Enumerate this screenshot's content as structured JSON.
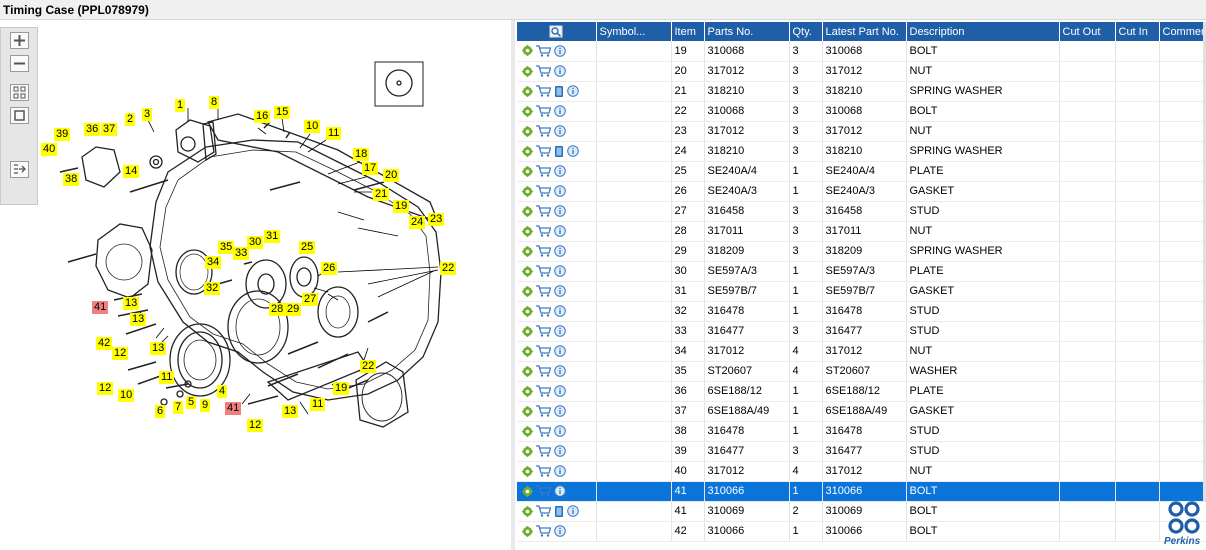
{
  "window": {
    "title": "Timing Case (PPL078979)"
  },
  "toolbar": {
    "icons": [
      "zoom-in-icon",
      "zoom-out-icon",
      "fit-all-icon",
      "fit-page-icon",
      "export-icon"
    ]
  },
  "diagram": {
    "labels": [
      "1",
      "2",
      "3",
      "8",
      "16",
      "15",
      "10",
      "11",
      "39",
      "36",
      "37",
      "40",
      "38",
      "14",
      "18",
      "17",
      "20",
      "21",
      "19",
      "24",
      "23",
      "35",
      "30",
      "31",
      "34",
      "33",
      "25",
      "26",
      "22",
      "32",
      "28",
      "29",
      "27",
      "41",
      "13",
      "42",
      "12",
      "13",
      "13",
      "12",
      "10",
      "11",
      "6",
      "7",
      "5",
      "9",
      "4",
      "41",
      "12",
      "13",
      "11",
      "22",
      "19"
    ]
  },
  "table": {
    "columns": [
      "Symbol...",
      "Item",
      "Parts No.",
      "Qty.",
      "Latest Part No.",
      "Description",
      "Cut Out",
      "Cut In",
      "Comment"
    ],
    "rows": [
      {
        "item": "19",
        "part": "310068",
        "qty": "3",
        "latest": "310068",
        "desc": "BOLT",
        "book": false
      },
      {
        "item": "20",
        "part": "317012",
        "qty": "3",
        "latest": "317012",
        "desc": "NUT",
        "book": false
      },
      {
        "item": "21",
        "part": "318210",
        "qty": "3",
        "latest": "318210",
        "desc": "SPRING WASHER",
        "book": true
      },
      {
        "item": "22",
        "part": "310068",
        "qty": "3",
        "latest": "310068",
        "desc": "BOLT",
        "book": false
      },
      {
        "item": "23",
        "part": "317012",
        "qty": "3",
        "latest": "317012",
        "desc": "NUT",
        "book": false
      },
      {
        "item": "24",
        "part": "318210",
        "qty": "3",
        "latest": "318210",
        "desc": "SPRING WASHER",
        "book": true
      },
      {
        "item": "25",
        "part": "SE240A/4",
        "qty": "1",
        "latest": "SE240A/4",
        "desc": "PLATE",
        "book": false
      },
      {
        "item": "26",
        "part": "SE240A/3",
        "qty": "1",
        "latest": "SE240A/3",
        "desc": "GASKET",
        "book": false
      },
      {
        "item": "27",
        "part": "316458",
        "qty": "3",
        "latest": "316458",
        "desc": "STUD",
        "book": false
      },
      {
        "item": "28",
        "part": "317011",
        "qty": "3",
        "latest": "317011",
        "desc": "NUT",
        "book": false
      },
      {
        "item": "29",
        "part": "318209",
        "qty": "3",
        "latest": "318209",
        "desc": "SPRING WASHER",
        "book": false
      },
      {
        "item": "30",
        "part": "SE597A/3",
        "qty": "1",
        "latest": "SE597A/3",
        "desc": "PLATE",
        "book": false
      },
      {
        "item": "31",
        "part": "SE597B/7",
        "qty": "1",
        "latest": "SE597B/7",
        "desc": "GASKET",
        "book": false
      },
      {
        "item": "32",
        "part": "316478",
        "qty": "1",
        "latest": "316478",
        "desc": "STUD",
        "book": false
      },
      {
        "item": "33",
        "part": "316477",
        "qty": "3",
        "latest": "316477",
        "desc": "STUD",
        "book": false
      },
      {
        "item": "34",
        "part": "317012",
        "qty": "4",
        "latest": "317012",
        "desc": "NUT",
        "book": false
      },
      {
        "item": "35",
        "part": "ST20607",
        "qty": "4",
        "latest": "ST20607",
        "desc": "WASHER",
        "book": false
      },
      {
        "item": "36",
        "part": "6SE188/12",
        "qty": "1",
        "latest": "6SE188/12",
        "desc": "PLATE",
        "book": false
      },
      {
        "item": "37",
        "part": "6SE188A/49",
        "qty": "1",
        "latest": "6SE188A/49",
        "desc": "GASKET",
        "book": false
      },
      {
        "item": "38",
        "part": "316478",
        "qty": "1",
        "latest": "316478",
        "desc": "STUD",
        "book": false
      },
      {
        "item": "39",
        "part": "316477",
        "qty": "3",
        "latest": "316477",
        "desc": "STUD",
        "book": false
      },
      {
        "item": "40",
        "part": "317012",
        "qty": "4",
        "latest": "317012",
        "desc": "NUT",
        "book": false
      },
      {
        "item": "41",
        "part": "310066",
        "qty": "1",
        "latest": "310066",
        "desc": "BOLT",
        "book": false,
        "selected": true
      },
      {
        "item": "41",
        "part": "310069",
        "qty": "2",
        "latest": "310069",
        "desc": "BOLT",
        "book": true
      },
      {
        "item": "42",
        "part": "310066",
        "qty": "1",
        "latest": "310066",
        "desc": "BOLT",
        "book": false
      }
    ]
  },
  "brand": {
    "name": "Perkins",
    "color": "#1f5fa8"
  },
  "colors": {
    "header": "#1f5fa8",
    "selected": "#0a74da",
    "label": "#ffff00",
    "label_alt": "#f08080"
  }
}
